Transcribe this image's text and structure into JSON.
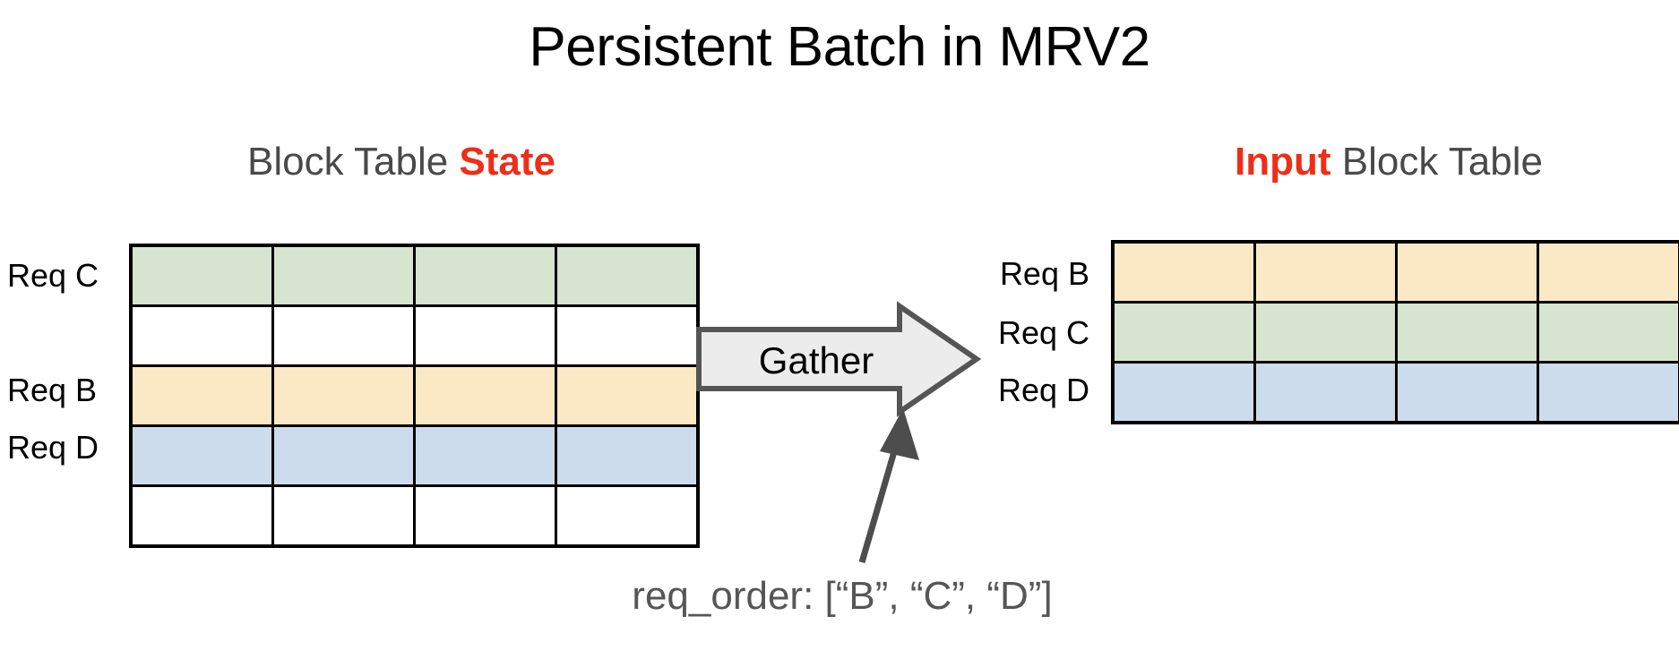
{
  "title": "Persistent Batch in MRV2",
  "headings": {
    "left": {
      "plain_before": "Block Table ",
      "accent": "State",
      "plain_after": ""
    },
    "right": {
      "accent": "Input",
      "plain_after": " Block Table"
    }
  },
  "colors": {
    "accent_red": "#ED2E18",
    "heading_gray": "#494949",
    "caption_gray": "#565656",
    "green": "#D7E4D0",
    "yellow": "#FAE9C4",
    "blue": "#CDDCEC",
    "empty": "#FFFFFF",
    "border": "#000000",
    "arrow_fill": "#ECECEC",
    "arrow_stroke": "#555555",
    "pointer": "#4D4D4D"
  },
  "state_table": {
    "name": "Block Table State",
    "columns": 4,
    "rows": [
      {
        "label": "Req C",
        "color_key": "green",
        "color": "#D7E4D0"
      },
      {
        "label": "",
        "color_key": "empty",
        "color": "#FFFFFF"
      },
      {
        "label": "Req B",
        "color_key": "yellow",
        "color": "#FAE9C4"
      },
      {
        "label": "Req D",
        "color_key": "blue",
        "color": "#CDDCEC"
      },
      {
        "label": "",
        "color_key": "empty",
        "color": "#FFFFFF"
      }
    ]
  },
  "input_table": {
    "name": "Input Block Table",
    "columns": 4,
    "rows": [
      {
        "label": "Req B",
        "color_key": "yellow",
        "color": "#FAE9C4"
      },
      {
        "label": "Req C",
        "color_key": "green",
        "color": "#D7E4D0"
      },
      {
        "label": "Req D",
        "color_key": "blue",
        "color": "#CDDCEC"
      }
    ]
  },
  "gather": {
    "label": "Gather"
  },
  "caption": {
    "text": "req_order: [“B”, “C”, “D”]"
  }
}
